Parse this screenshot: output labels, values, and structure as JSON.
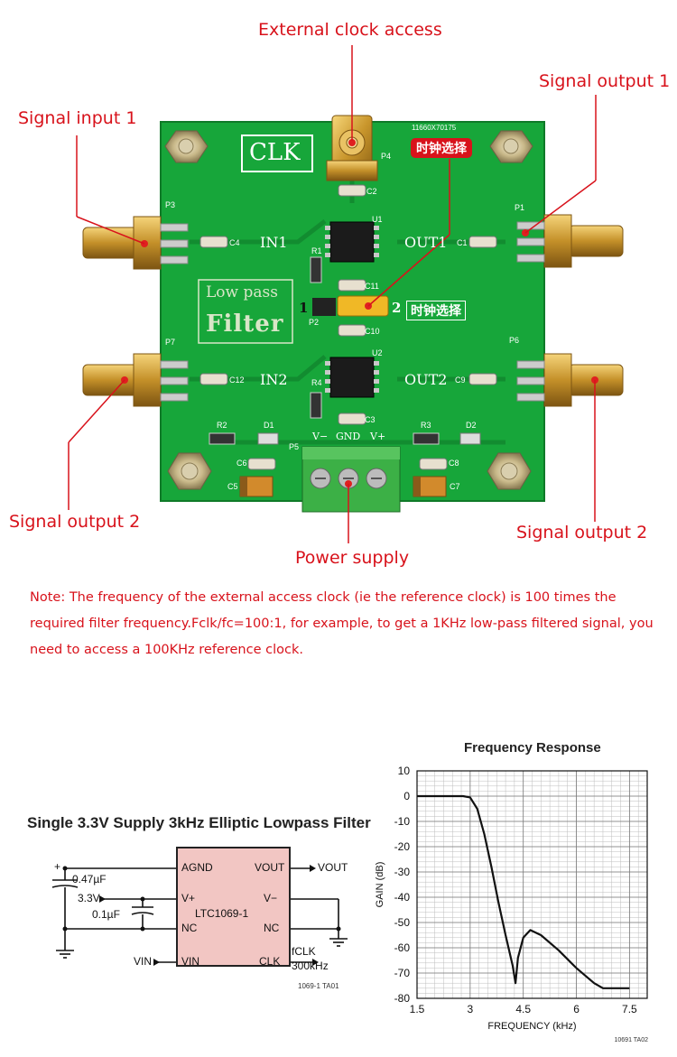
{
  "labels": {
    "external_clock": "External clock access",
    "signal_input_1": "Signal input 1",
    "signal_output_1": "Signal output 1",
    "signal_output_2_left": "Signal output 2",
    "signal_output_2_right": "Signal output 2",
    "power_supply": "Power supply"
  },
  "pcb": {
    "clk": "CLK",
    "clock_select_badge": "时钟选择",
    "clock_select_silk": "时钟选择",
    "lowpass_line1": "Low pass",
    "lowpass_line2": "Filter",
    "in1": "IN1",
    "in2": "IN2",
    "out1": "OUT1",
    "out2": "OUT2",
    "board_id": "11660X70175",
    "vminus": "V−",
    "gnd": "GND",
    "vplus": "V+",
    "jumper_1": "1",
    "jumper_2": "2",
    "refs": {
      "p1": "P1",
      "p2": "P2",
      "p3": "P3",
      "p4": "P4",
      "p5": "P5",
      "p6": "P6",
      "p7": "P7",
      "u1": "U1",
      "u2": "U2",
      "c1": "C1",
      "c2": "C2",
      "c3": "C3",
      "c4": "C4",
      "c5": "C5",
      "c6": "C6",
      "c7": "C7",
      "c8": "C8",
      "c9": "C9",
      "c10": "C10",
      "c11": "C11",
      "c12": "C12",
      "r1": "R1",
      "r2": "R2",
      "r3": "R3",
      "r4": "R4",
      "d1": "D1",
      "d2": "D2"
    }
  },
  "note": "Note: The frequency of the external access clock (ie the reference clock) is 100 times the required filter frequency.Fclk/fc=100:1, for example, to get a 1KHz low-pass filtered signal, you need to access a 100KHz reference clock.",
  "circuit": {
    "title": "Single 3.3V Supply 3kHz Elliptic Lowpass Filter",
    "chip_name": "LTC1069-1",
    "pins_left": [
      "AGND",
      "V+",
      "NC",
      "VIN"
    ],
    "pins_right": [
      "VOUT",
      "V−",
      "NC",
      "CLK"
    ],
    "cap1": "0.47µF",
    "cap2": "0.1µF",
    "supply": "3.3V",
    "vout": "VOUT",
    "vin": "VIN",
    "fclk": "fCLK",
    "fclk_value": "300kHz",
    "figure_id": "1069-1 TA01"
  },
  "chart_data": {
    "type": "line",
    "title": "Frequency Response",
    "xlabel": "FREQUENCY (kHz)",
    "ylabel": "GAIN (dB)",
    "xlim": [
      1.5,
      8
    ],
    "ylim": [
      -80,
      10
    ],
    "xticks": [
      1.5,
      3,
      4.5,
      6,
      7.5
    ],
    "yticks": [
      10,
      0,
      -10,
      -20,
      -30,
      -40,
      -50,
      -60,
      -70,
      -80
    ],
    "grid": true,
    "figure_id": "10691 TA02",
    "series": [
      {
        "x": [
          1.5,
          2.8,
          3.0,
          3.2,
          3.4,
          3.6,
          3.8,
          4.0,
          4.2,
          4.28,
          4.35,
          4.5,
          4.7,
          5.0,
          5.5,
          6.0,
          6.5,
          6.75,
          7.5
        ],
        "values": [
          0,
          0,
          -0.5,
          -5,
          -15,
          -28,
          -42,
          -55,
          -67,
          -74,
          -64,
          -56,
          -53,
          -55,
          -61,
          -68,
          -74,
          -76,
          -76
        ]
      }
    ]
  }
}
